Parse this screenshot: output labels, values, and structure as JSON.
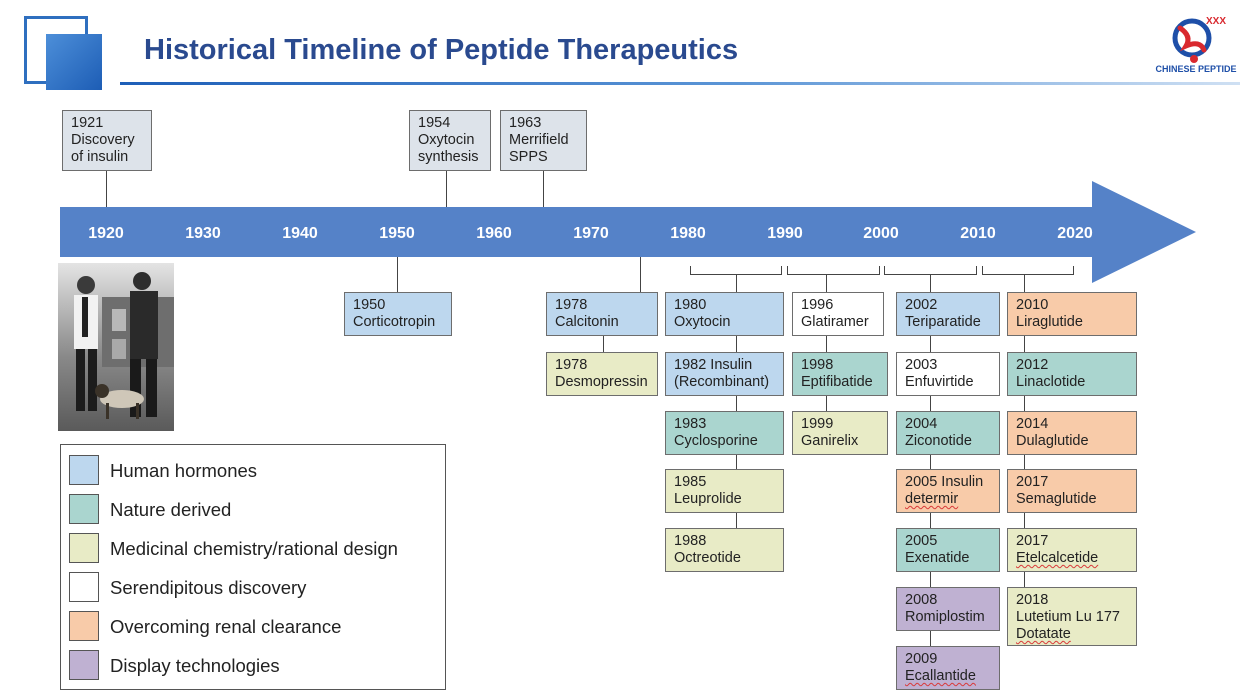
{
  "header": {
    "title": "Historical Timeline of Peptide Therapeutics",
    "logo_text": "CHINESE PEPTIDE",
    "logo_mark": "XXX"
  },
  "colors": {
    "axis": "#5582c8",
    "axis_tick_text": "#ffffff",
    "title": "#2a4a8f",
    "milestone": "#dde3ea",
    "human_hormones": "#bdd7ee",
    "nature_derived": "#aad5cf",
    "medicinal_chemistry": "#e8ebc6",
    "serendipitous": "#ffffff",
    "renal_clearance": "#f8cba9",
    "display_technologies": "#bfb1d2"
  },
  "timeline": {
    "ticks": [
      "1920",
      "1930",
      "1940",
      "1950",
      "1960",
      "1970",
      "1980",
      "1990",
      "2000",
      "2010",
      "2020"
    ]
  },
  "milestones": [
    {
      "year": "1921",
      "lines": [
        "Discovery",
        "of insulin"
      ]
    },
    {
      "year": "1954",
      "lines": [
        "Oxytocin",
        "synthesis"
      ]
    },
    {
      "year": "1963",
      "lines": [
        "Merrifield",
        "SPPS"
      ]
    }
  ],
  "drugs": {
    "d1950": {
      "year": "1950",
      "name": "Corticotropin"
    },
    "d1978a": {
      "year": "1978",
      "name": "Calcitonin"
    },
    "d1978b": {
      "year": "1978",
      "name": "Desmopressin"
    },
    "d1980": {
      "year": "1980",
      "name": "Oxytocin"
    },
    "d1982": {
      "line1": "1982 Insulin",
      "line2": "(Recombinant)"
    },
    "d1983": {
      "year": "1983",
      "name": "Cyclosporine"
    },
    "d1985": {
      "year": "1985",
      "name": "Leuprolide"
    },
    "d1988": {
      "year": "1988",
      "name": "Octreotide"
    },
    "d1996": {
      "year": "1996",
      "name": "Glatiramer"
    },
    "d1998": {
      "year": "1998",
      "name": "Eptifibatide"
    },
    "d1999": {
      "year": "1999",
      "name": "Ganirelix"
    },
    "d2002": {
      "year": "2002",
      "name": "Teriparatide"
    },
    "d2003": {
      "year": "2003",
      "name": "Enfuvirtide"
    },
    "d2004": {
      "year": "2004",
      "name": "Ziconotide"
    },
    "d2005a": {
      "line1": "2005 Insulin",
      "line2": "determir"
    },
    "d2005b": {
      "year": "2005",
      "name": "Exenatide"
    },
    "d2008": {
      "year": "2008",
      "name": "Romiplostim"
    },
    "d2009": {
      "year": "2009",
      "name": "Ecallantide"
    },
    "d2010": {
      "year": "2010",
      "name": "Liraglutide"
    },
    "d2012": {
      "year": "2012",
      "name": "Linaclotide"
    },
    "d2014": {
      "year": "2014",
      "name": "Dulaglutide"
    },
    "d2017a": {
      "year": "2017",
      "name": "Semaglutide"
    },
    "d2017b": {
      "year": "2017",
      "name": "Etelcalcetide"
    },
    "d2018": {
      "year": "2018",
      "line2": "Lutetium Lu 177",
      "line3": "Dotatate"
    }
  },
  "legend": [
    {
      "label": "Human hormones",
      "color": "#bdd7ee"
    },
    {
      "label": "Nature derived",
      "color": "#aad5cf"
    },
    {
      "label": "Medicinal chemistry/rational design",
      "color": "#e8ebc6"
    },
    {
      "label": "Serendipitous discovery",
      "color": "#ffffff"
    },
    {
      "label": "Overcoming renal clearance",
      "color": "#f8cba9"
    },
    {
      "label": "Display technologies",
      "color": "#bfb1d2"
    }
  ]
}
